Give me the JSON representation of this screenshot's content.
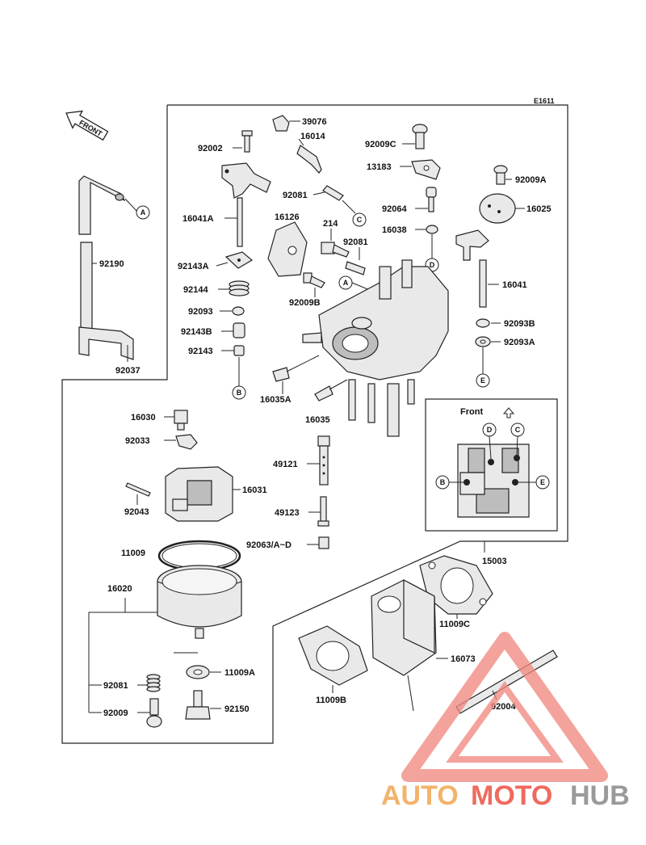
{
  "diagram_code": "E1611",
  "front_arrow_label": "FRONT",
  "inset": {
    "title": "Front"
  },
  "callouts": [
    "A",
    "B",
    "C",
    "D",
    "E"
  ],
  "parts": {
    "p39076": "39076",
    "p16014": "16014",
    "p92002": "92002",
    "p92009C": "92009C",
    "p13183": "13183",
    "p92009A": "92009A",
    "p92081_top": "92081",
    "p92064": "92064",
    "p16025": "16025",
    "p16041A": "16041A",
    "p16126": "16126",
    "p214": "214",
    "p92081_mid": "92081",
    "p16038": "16038",
    "p92190": "92190",
    "p92143A": "92143A",
    "p92144": "92144",
    "p92009B": "92009B",
    "p16041": "16041",
    "p92093": "92093",
    "p92143B": "92143B",
    "p92093B": "92093B",
    "p92143": "92143",
    "p92093A": "92093A",
    "p92037": "92037",
    "p16035A": "16035A",
    "p16030": "16030",
    "p16035": "16035",
    "p92033": "92033",
    "p49121": "49121",
    "p16031": "16031",
    "p92043": "92043",
    "p49123": "49123",
    "p92063": "92063/A~D",
    "p11009": "11009",
    "p15003": "15003",
    "p16020": "16020",
    "p11009C": "11009C",
    "p16073": "16073",
    "p92081_low": "92081",
    "p11009A": "11009A",
    "p92004": "92004",
    "p92009": "92009",
    "p92150": "92150",
    "p11009B": "11009B"
  },
  "watermark": {
    "auto": "AUTO",
    "moto": "MOTO",
    "hub": "HUB"
  },
  "colors": {
    "watermark_orange": "#f2b36b",
    "watermark_red": "#ef6a5e",
    "watermark_gray": "#9a9a9a",
    "triangle": "#f08a80"
  }
}
